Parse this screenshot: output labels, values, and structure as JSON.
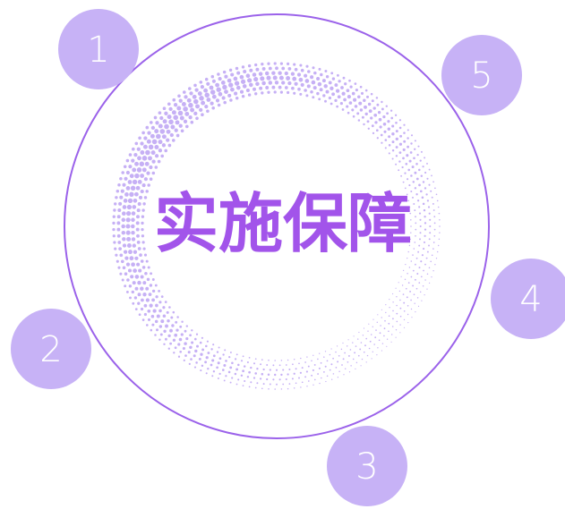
{
  "title": "实施保障",
  "nodes": [
    {
      "label": "1"
    },
    {
      "label": "2"
    },
    {
      "label": "3"
    },
    {
      "label": "4"
    },
    {
      "label": "5"
    }
  ],
  "colors": {
    "ring": "#9b62ea",
    "node_fill": "#c7b2f6",
    "dots": "#c6b0f5",
    "title": "#a254ea",
    "background": "#ffffff"
  }
}
